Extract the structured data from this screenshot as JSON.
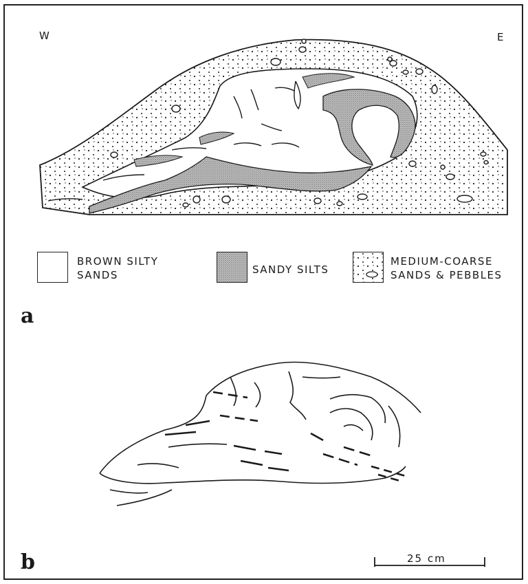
{
  "directions": {
    "west": "W",
    "east": "E"
  },
  "legend": [
    {
      "label": "BROWN SILTY\nSANDS",
      "pattern": "blank"
    },
    {
      "label": "SANDY SILTS",
      "pattern": "fine-stipple"
    },
    {
      "label": "MEDIUM-COARSE\nSANDS & PEBBLES",
      "pattern": "coarse-dots-pebbles"
    }
  ],
  "panels": {
    "a": "a",
    "b": "b"
  },
  "scale_bar": {
    "label": "25 cm"
  },
  "colors": {
    "ink": "#1a1a1a",
    "stipple": "#555555",
    "background": "#ffffff"
  }
}
